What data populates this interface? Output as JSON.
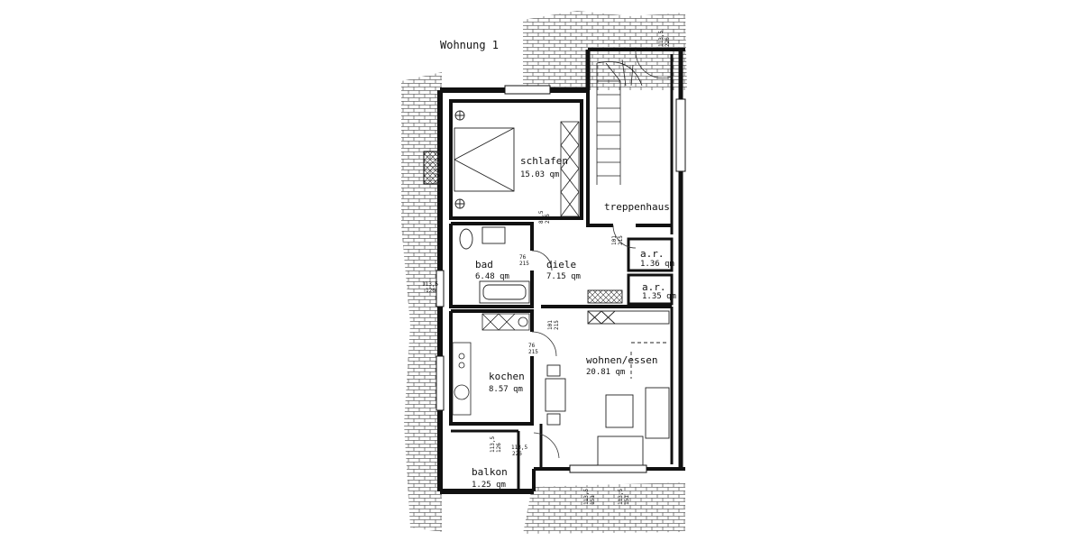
{
  "title": "Wohnung 1",
  "rooms": [
    {
      "id": "schlafen",
      "name": "schlafen",
      "area": "15.03 qm"
    },
    {
      "id": "treppenhaus",
      "name": "treppenhaus",
      "area": ""
    },
    {
      "id": "bad",
      "name": "bad",
      "area": "6.48 qm"
    },
    {
      "id": "diele",
      "name": "diele",
      "area": "7.15 qm"
    },
    {
      "id": "ar1",
      "name": "a.r.",
      "area": "1.36 qm"
    },
    {
      "id": "ar2",
      "name": "a.r.",
      "area": "1.35 qm"
    },
    {
      "id": "kochen",
      "name": "kochen",
      "area": "8.57 qm"
    },
    {
      "id": "wohnen",
      "name": "wohnen/essen",
      "area": "20.81 qm"
    },
    {
      "id": "balkon",
      "name": "balkon",
      "area": "1.25 qm"
    }
  ],
  "dims": {
    "d1": "113,5",
    "d1b": "126",
    "d2": "86,5",
    "d2b": "215",
    "d3": "101",
    "d3b": "215",
    "d4": "76",
    "d4b": "215",
    "d5": "113,5",
    "d5b": "126",
    "d6": "101",
    "d6b": "215",
    "d7": "76",
    "d7b": "215",
    "d8": "113,5",
    "d8b": "126",
    "d9": "113,5",
    "d9b": "226",
    "d10": "113,5",
    "d10b": "151",
    "d11": "113,5",
    "d11b": "151",
    "d12": "113,5",
    "d12b": "226"
  }
}
